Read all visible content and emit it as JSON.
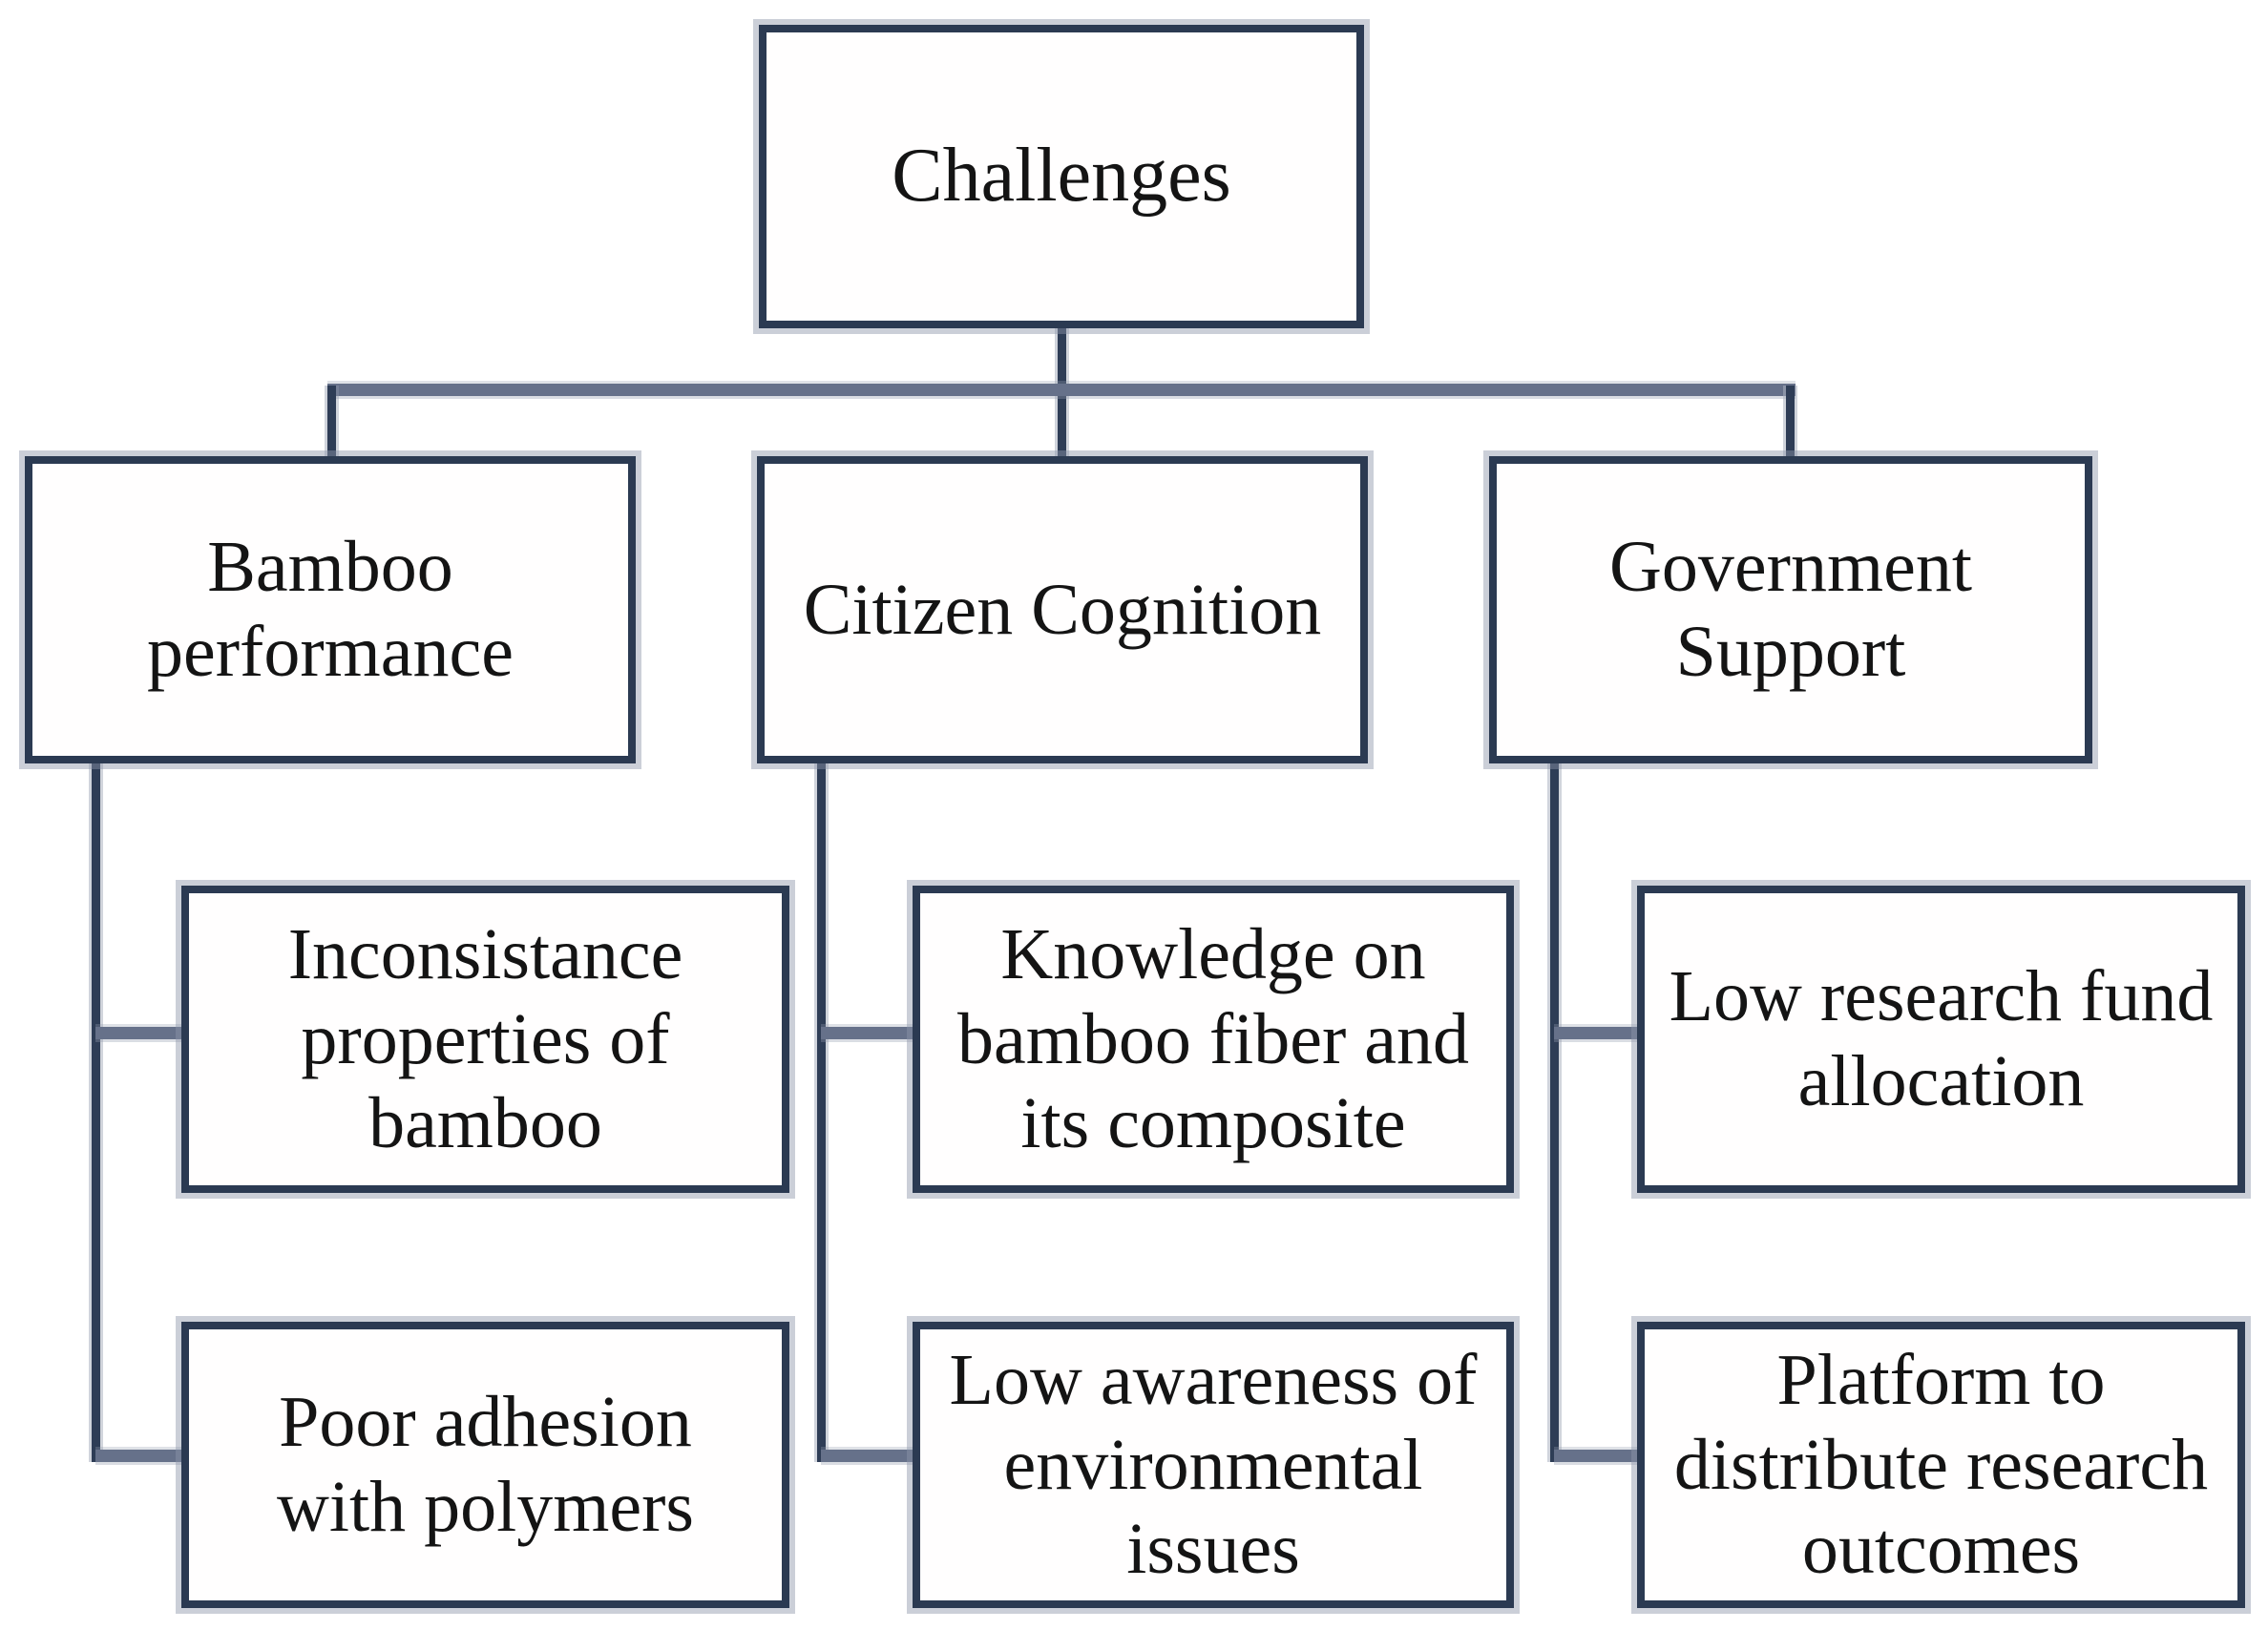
{
  "colors": {
    "box_border": "#2b3a52",
    "box_fill": "#fffefe",
    "connector_dark": "#2e3d56",
    "connector_gray": "#66718a",
    "halo_gray": "#8c95a8",
    "text": "#141414",
    "background": "#ffffff"
  },
  "diagram": {
    "root": {
      "label": "Challenges",
      "lines": [
        "Challenges"
      ]
    },
    "branches": [
      {
        "label": "Bamboo performance",
        "lines": [
          "Bamboo",
          "performance"
        ],
        "children": [
          {
            "label": "Inconsistance properties of bamboo",
            "lines": [
              "Inconsistance",
              "properties of",
              "bamboo"
            ]
          },
          {
            "label": "Poor adhesion with polymers",
            "lines": [
              "Poor adhesion",
              "with polymers"
            ]
          }
        ]
      },
      {
        "label": "Citizen Cognition",
        "lines": [
          "Citizen Cognition"
        ],
        "children": [
          {
            "label": "Knowledge on bamboo fiber and its composite",
            "lines": [
              "Knowledge on",
              "bamboo fiber and",
              "its composite"
            ]
          },
          {
            "label": "Low awareness of environmental issues",
            "lines": [
              "Low awareness of",
              "environmental",
              "issues"
            ]
          }
        ]
      },
      {
        "label": "Government Support",
        "lines": [
          "Government",
          "Support"
        ],
        "children": [
          {
            "label": "Low research fund allocation",
            "lines": [
              "Low research fund",
              "allocation"
            ]
          },
          {
            "label": "Platform to distribute research outcomes",
            "lines": [
              "Platform to",
              "distribute research",
              "outcomes"
            ]
          }
        ]
      }
    ]
  }
}
